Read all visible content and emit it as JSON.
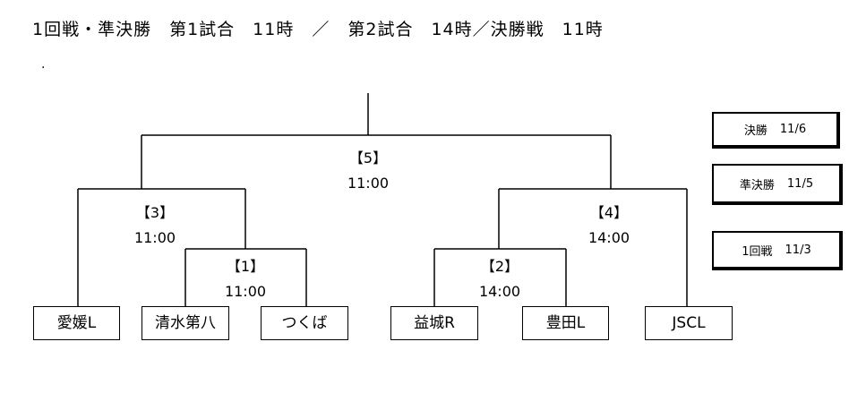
{
  "header": {
    "title": "1回戦・準決勝　第1試合　11時　／　第2試合　14時／決勝戦　11時",
    "dot": "."
  },
  "matches": [
    {
      "id": "m1",
      "label": "【1】",
      "time": "11:00"
    },
    {
      "id": "m2",
      "label": "【2】",
      "time": "14:00"
    },
    {
      "id": "m3",
      "label": "【3】",
      "time": "11:00"
    },
    {
      "id": "m4",
      "label": "【4】",
      "time": "14:00"
    },
    {
      "id": "m5",
      "label": "【5】",
      "time": "11:00"
    }
  ],
  "teams": [
    "愛媛L",
    "清水第八",
    "つくば",
    "益城R",
    "豊田L",
    "JSCL"
  ],
  "legend": [
    {
      "round": "決勝",
      "date": "11/6"
    },
    {
      "round": "準決勝",
      "date": "11/5"
    },
    {
      "round": "1回戦",
      "date": "11/3"
    }
  ]
}
